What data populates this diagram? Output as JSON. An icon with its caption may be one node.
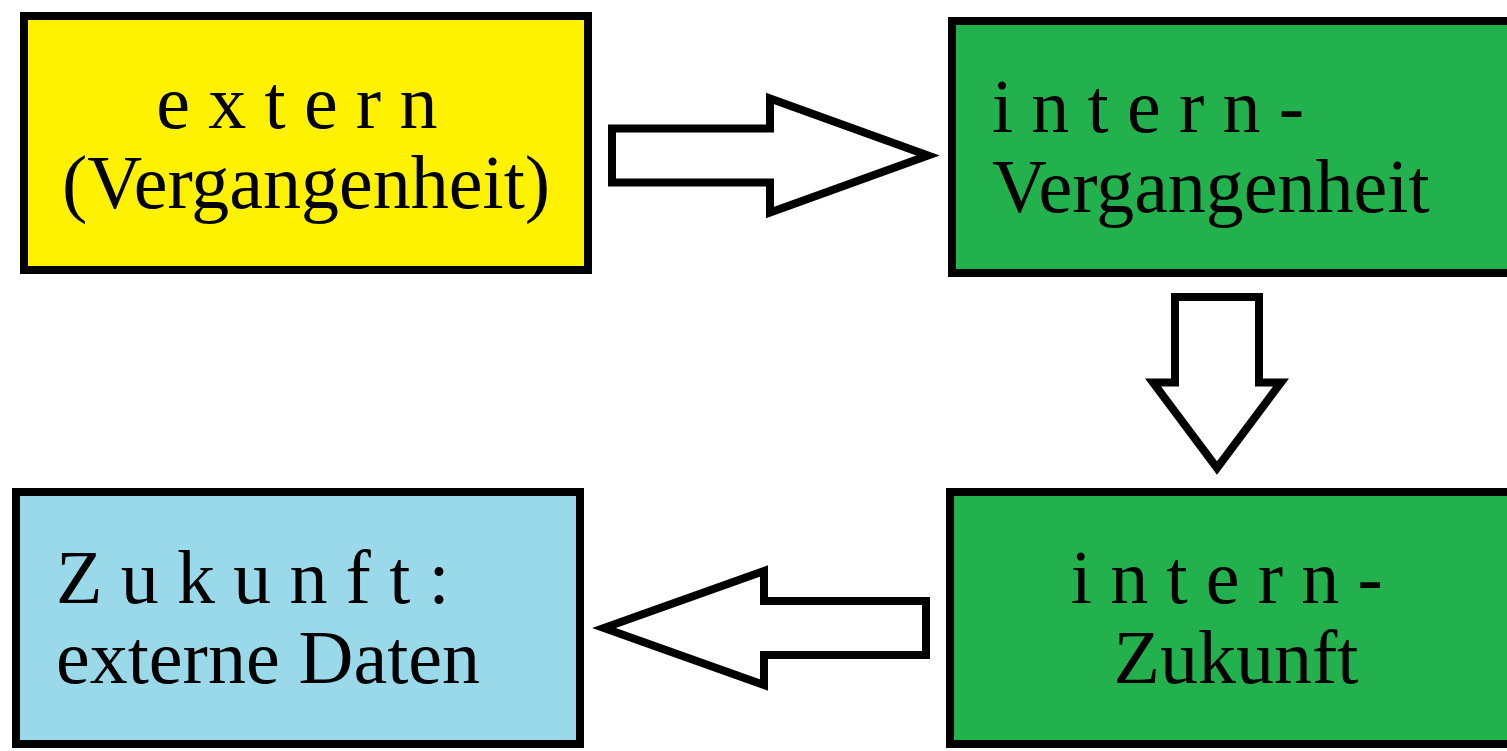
{
  "diagram": {
    "nodes": [
      {
        "text": [
          "extern",
          "(Vergangenheit)"
        ]
      },
      {
        "text": [
          "intern-",
          "Vergangenheit"
        ]
      },
      {
        "text": [
          "intern-",
          "Zukunft"
        ]
      },
      {
        "text": [
          "Zukunft:",
          "externe Daten"
        ]
      }
    ],
    "edges": [
      {
        "from": 0,
        "to": 1,
        "arrow": "to"
      },
      {
        "from": 1,
        "to": 2,
        "arrow": "to"
      },
      {
        "from": 2,
        "to": 3,
        "arrow": "to"
      }
    ]
  }
}
